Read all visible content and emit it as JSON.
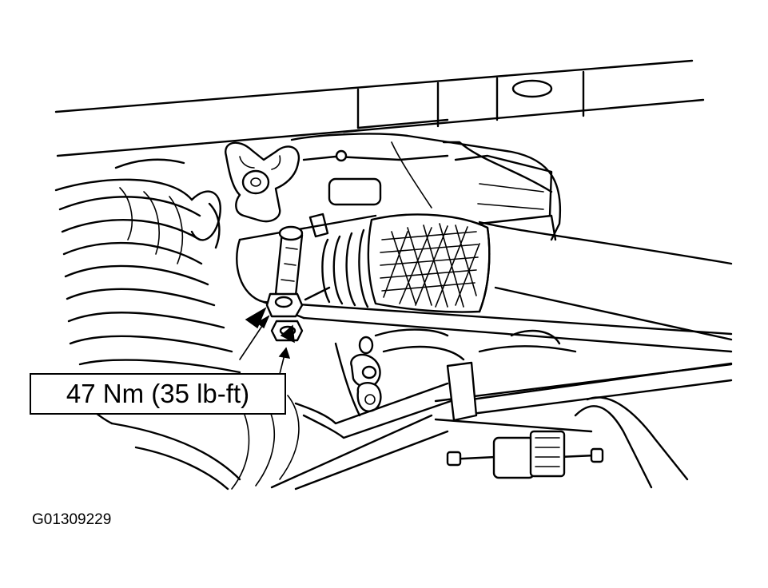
{
  "callout": {
    "torque_text": "47 Nm (35 lb-ft)"
  },
  "figure": {
    "id_text": "G01309229"
  },
  "illustration": {
    "subject": "exhaust pipe flange bolts and nuts under vehicle",
    "color_scheme": {
      "line": "#000000",
      "background": "#ffffff"
    }
  }
}
